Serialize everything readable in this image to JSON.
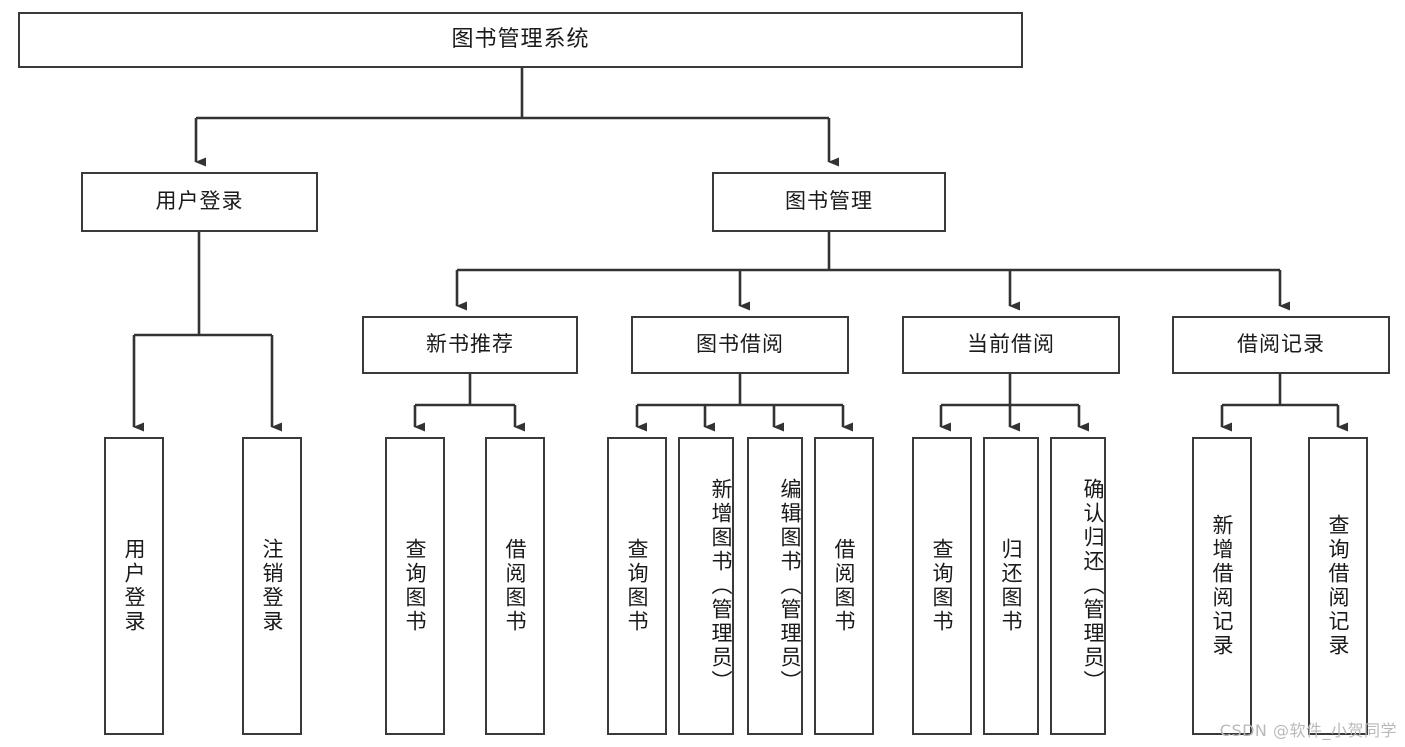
{
  "diagram": {
    "type": "tree-hierarchy",
    "title": "图书管理系统",
    "orientation": "top-down",
    "levels": 4,
    "nodes": {
      "root": {
        "label": "图书管理系统"
      },
      "level2": [
        {
          "id": "user-login",
          "label": "用户登录"
        },
        {
          "id": "book-management",
          "label": "图书管理"
        }
      ],
      "level3": [
        {
          "id": "new-book-recommend",
          "label": "新书推荐"
        },
        {
          "id": "book-borrow",
          "label": "图书借阅"
        },
        {
          "id": "current-borrow",
          "label": "当前借阅"
        },
        {
          "id": "borrow-record",
          "label": "借阅记录"
        }
      ],
      "leaves": {
        "user_login": [
          {
            "id": "leaf-user-login",
            "label": "用户登录"
          },
          {
            "id": "leaf-logout",
            "label": "注销登录"
          }
        ],
        "new_book_recommend": [
          {
            "id": "leaf-query-book-1",
            "label": "查询图书"
          },
          {
            "id": "leaf-borrow-book-1",
            "label": "借阅图书"
          }
        ],
        "book_borrow": [
          {
            "id": "leaf-query-book-2",
            "label": "查询图书"
          },
          {
            "id": "leaf-add-book",
            "label": "新增图书（管理员）"
          },
          {
            "id": "leaf-edit-book",
            "label": "编辑图书（管理员）"
          },
          {
            "id": "leaf-borrow-book-2",
            "label": "借阅图书"
          }
        ],
        "current_borrow": [
          {
            "id": "leaf-query-book-3",
            "label": "查询图书"
          },
          {
            "id": "leaf-return-book",
            "label": "归还图书"
          },
          {
            "id": "leaf-confirm-return",
            "label": "确认归还（管理员）"
          }
        ],
        "borrow_record": [
          {
            "id": "leaf-add-record",
            "label": "新增借阅记录"
          },
          {
            "id": "leaf-query-record",
            "label": "查询借阅记录"
          }
        ]
      }
    },
    "colors": {
      "border": "#3a3a3a",
      "background": "#ffffff",
      "text": "#1a1a1a",
      "edge": "#333333",
      "watermark": "#b9b9b9"
    }
  },
  "watermark": {
    "text": "CSDN @软件_小贺同学"
  }
}
